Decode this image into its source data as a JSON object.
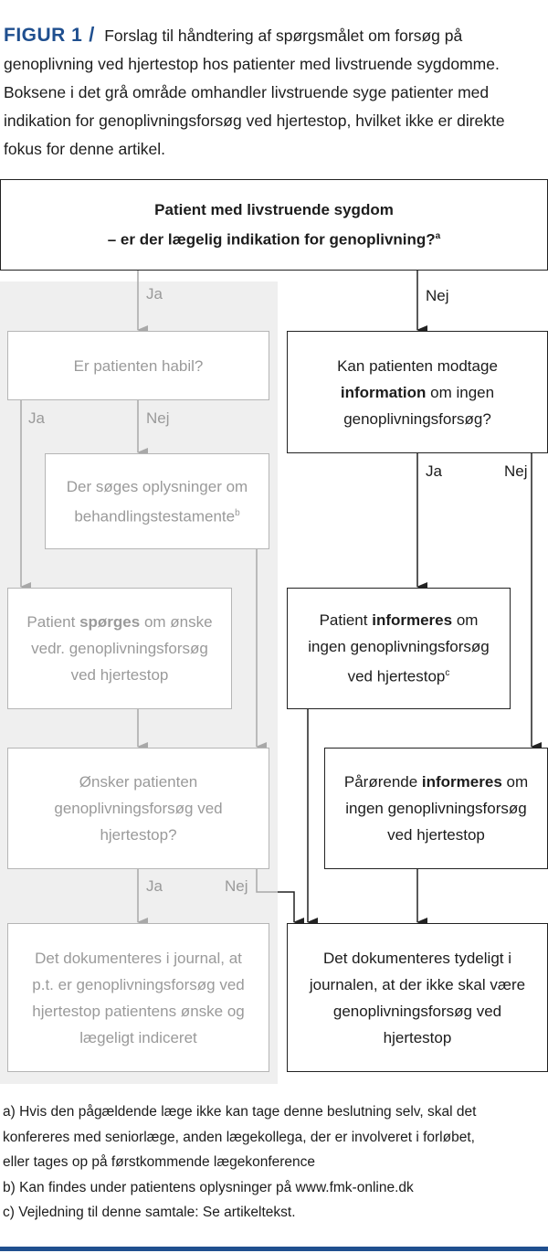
{
  "caption": {
    "label": "FIGUR 1",
    "separator": "/",
    "text": "Forslag til håndtering af spørgsmålet om forsøg på genoplivning ved hjertestop hos patienter med livstruende sygdomme. Boksene i det grå område omhandler livstruende syge patienter med indikation for genoplivningsforsøg ved hjertestop, hvilket ikke er direkte fokus for denne artikel."
  },
  "boxes": {
    "top": {
      "line1": "Patient med livstruende sygdom",
      "line2": "– er der lægelig indikation for genoplivning?",
      "sup": "a"
    },
    "habil": {
      "text": "Er patienten habil?"
    },
    "testament": {
      "line1": "Der søges oplysninger om",
      "line2": "behandlingstestamente",
      "sup": "b"
    },
    "sporges": {
      "pre": "Patient ",
      "bold": "spørges",
      "post": " om ønske",
      "line2": "vedr. genoplivningsforsøg",
      "line3": "ved hjertestop"
    },
    "onsker": {
      "line1": "Ønsker patienten",
      "line2": "genoplivningsforsøg ved",
      "line3": "hjertestop?"
    },
    "dok_left": {
      "line1": "Det dokumenteres i journal, at",
      "line2": "p.t. er genoplivningsforsøg ved",
      "line3": "hjertestop patientens ønske og",
      "line4": "lægeligt indiceret"
    },
    "kan": {
      "line1": "Kan patienten modtage",
      "bold": "information",
      "post": " om ingen",
      "line3": "genoplivningsforsøg?"
    },
    "informeres": {
      "pre": "Patient ",
      "bold": "informeres",
      "post": " om",
      "line2": "ingen genoplivningsforsøg",
      "line3": "ved hjertestop",
      "sup": "c"
    },
    "parorende": {
      "pre": "Pårørende ",
      "bold": "informeres",
      "post": " om",
      "line2": "ingen genoplivningsforsøg",
      "line3": "ved hjertestop"
    },
    "dok_right": {
      "line1": "Det dokumenteres tydeligt i",
      "line2": "journalen, at der ikke skal være",
      "line3": "genoplivningsforsøg ved",
      "line4": "hjertestop"
    }
  },
  "labels": {
    "ja_top": "Ja",
    "nej_top": "Nej",
    "ja_habil": "Ja",
    "nej_habil": "Nej",
    "ja_kan": "Ja",
    "nej_kan": "Nej",
    "ja_onsker": "Ja",
    "nej_onsker": "Nej"
  },
  "notes": {
    "a1": "a) Hvis den pågældende læge ikke kan tage denne beslutning selv, skal det",
    "a2": "konfereres med seniorlæge, anden lægekollega, der er involveret i forløbet,",
    "a3": "eller tages op på førstkommende lægekonference",
    "b": "b) Kan findes under patientens oplysninger på www.fmk-online.dk",
    "c": "c) Vejledning til denne samtale: Se artikeltekst."
  },
  "colors": {
    "accent": "#1f4f8f",
    "grey_area": "#efefef",
    "dark_line": "#222222",
    "light_line": "#a8a8a8"
  }
}
